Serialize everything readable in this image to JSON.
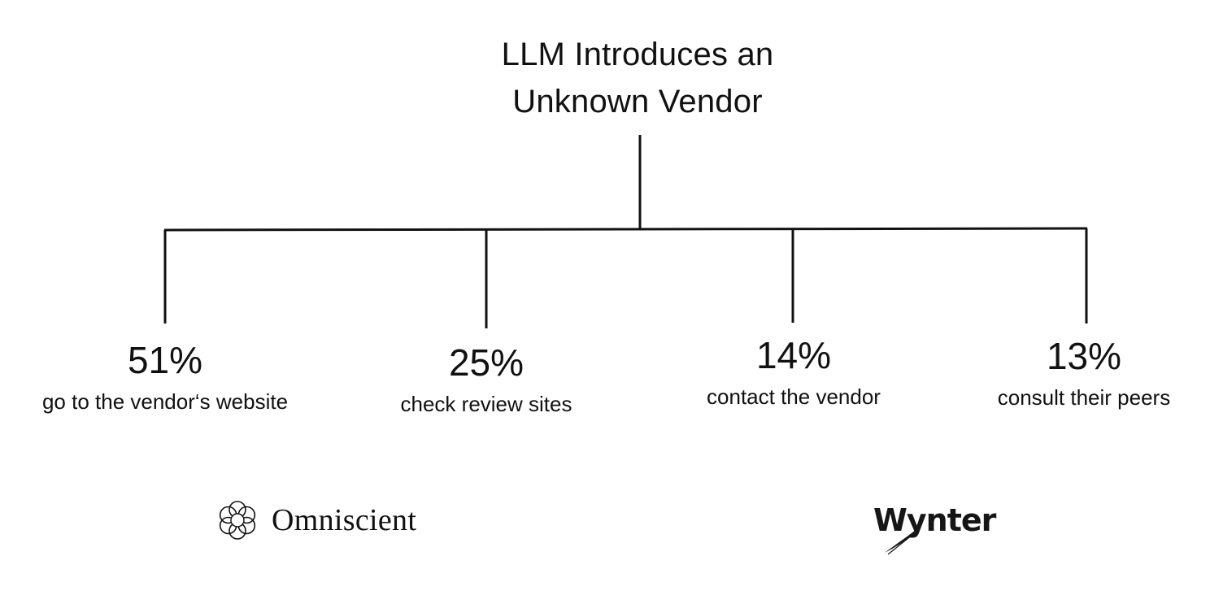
{
  "title": {
    "line1": "LLM Introduces an",
    "line2": "Unknown Vendor"
  },
  "branches": [
    {
      "percent": "51%",
      "label": "go to the vendor‘s website"
    },
    {
      "percent": "25%",
      "label": "check review sites"
    },
    {
      "percent": "14%",
      "label": "contact the vendor"
    },
    {
      "percent": "13%",
      "label": "consult their peers"
    }
  ],
  "logos": {
    "left": {
      "text": "Omniscient",
      "icon": "knot-ring-icon"
    },
    "right": {
      "text": "Wynter",
      "icon": "brush-swoosh-icon"
    }
  },
  "colors": {
    "line": "#111111",
    "text": "#111111",
    "background": "#ffffff"
  }
}
